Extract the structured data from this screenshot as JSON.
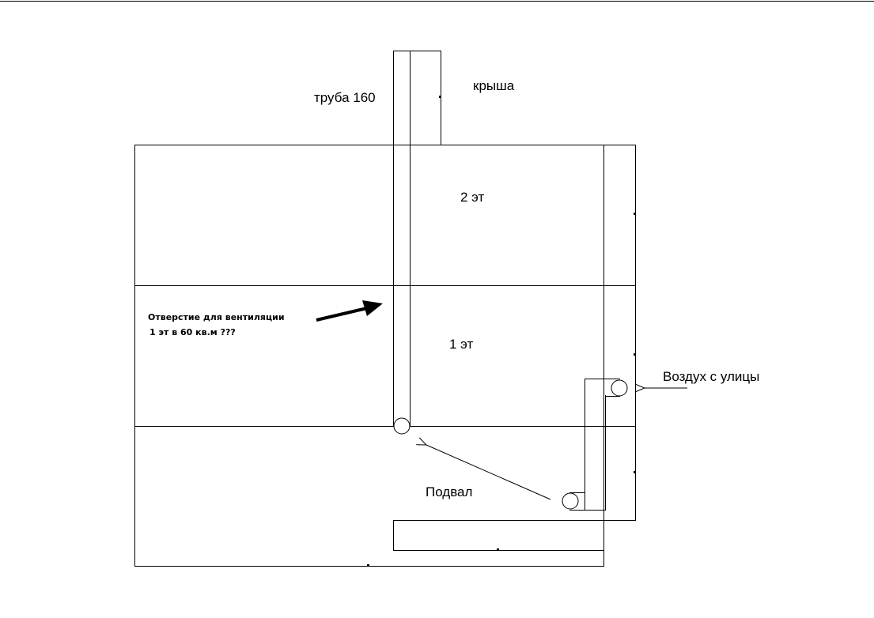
{
  "labels": {
    "pipe": "труба 160",
    "roof": "крыша",
    "floor2": "2 эт",
    "floor1": "1 эт",
    "basement": "Подвал",
    "outside_air": "Воздух с улицы",
    "question_line1": "Отверстие для вентиляции",
    "question_line2": "1 эт в 60 кв.м ???"
  }
}
